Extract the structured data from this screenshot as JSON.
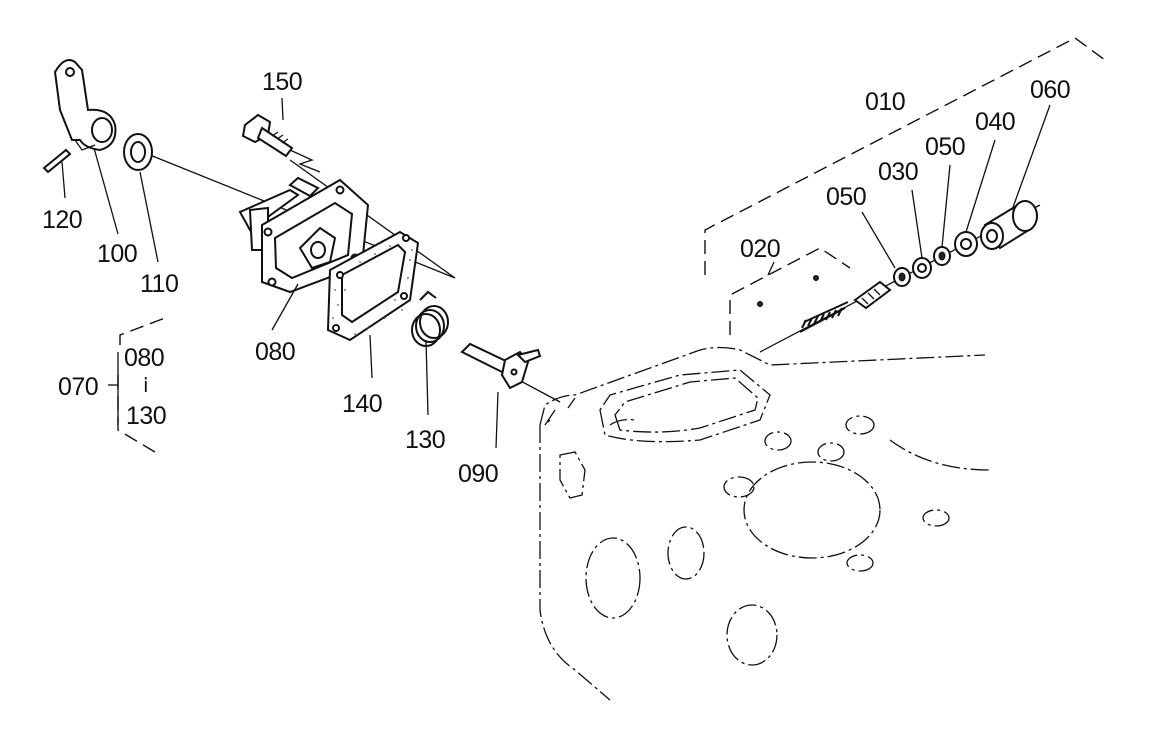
{
  "labels": {
    "p010": "010",
    "p020": "020",
    "p030": "030",
    "p040": "040",
    "p050a": "050",
    "p050b": "050",
    "p060": "060",
    "p070": "070",
    "p080": "080",
    "p090": "090",
    "p100": "100",
    "p110": "110",
    "p120": "120",
    "p130": "130",
    "p140": "140",
    "p150": "150",
    "group_from": "080",
    "group_range": "ⅰ",
    "group_to": "130"
  },
  "colors": {
    "ink": "#111111",
    "paper": "#ffffff"
  }
}
